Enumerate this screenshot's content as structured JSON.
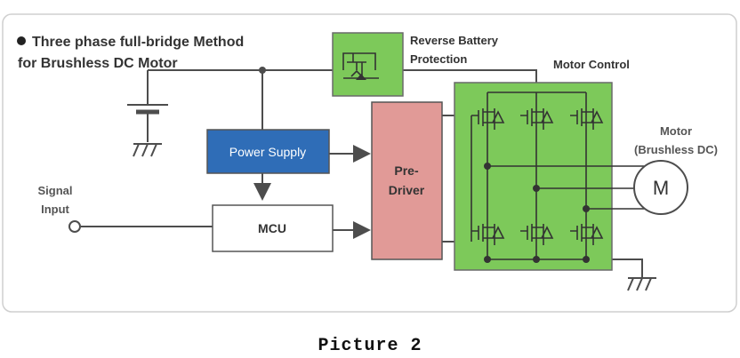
{
  "title_line1": "Three phase full-bridge Method",
  "title_line2": "for Brushless DC Motor",
  "reverse_battery_line1": "Reverse Battery",
  "reverse_battery_line2": "Protection",
  "motor_control_label": "Motor Control",
  "motor_label_line1": "Motor",
  "motor_label_line2": "(Brushless DC)",
  "motor_symbol": "M",
  "power_supply_label": "Power Supply",
  "pre_driver_line1": "Pre-",
  "pre_driver_line2": "Driver",
  "mcu_label": "MCU",
  "signal_input_line1": "Signal",
  "signal_input_line2": "Input",
  "caption": "Picture 2",
  "colors": {
    "green": "#7dc95a",
    "blue": "#2f6db7",
    "pink": "#e19a97",
    "wire": "#4d4d4d"
  }
}
